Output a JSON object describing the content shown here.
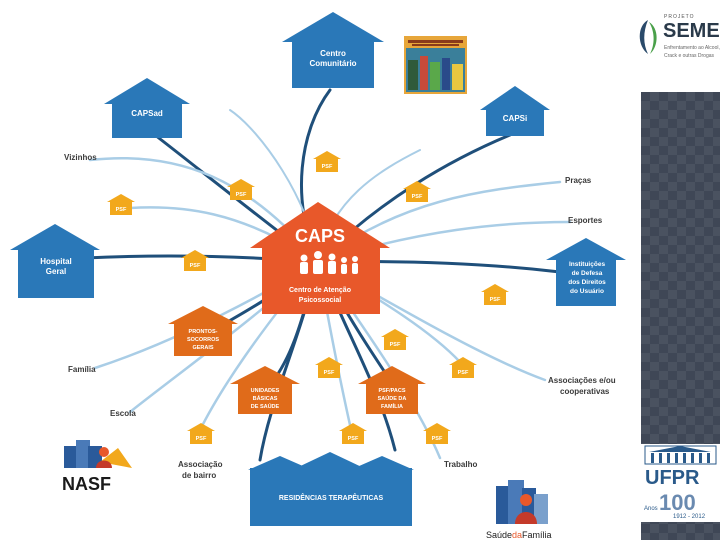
{
  "center": {
    "title": "CAPS",
    "subtitle_line1": "Centro de Atenção",
    "subtitle_line2": "Psicossocial"
  },
  "houses": {
    "centro_comunitario": [
      "Centro",
      "Comunitário"
    ],
    "capsad": [
      "CAPSad"
    ],
    "capsi": [
      "CAPSi"
    ],
    "hospital_geral": [
      "Hospital",
      "Geral"
    ],
    "instituicoes": [
      "Instituições",
      "de Defesa",
      "dos Direitos",
      "do Usuário"
    ],
    "prontos_socorros": [
      "PRONTOS-",
      "SOCORROS",
      "GERAIS"
    ],
    "unidades_basicas": [
      "UNIDADES",
      "BÁSICAS",
      "DE SAÚDE"
    ],
    "psf_pacs": [
      "PSF/PACS",
      "SAÚDE DA",
      "FAMÍLIA"
    ],
    "residencias": "RESIDÊNCIAS TERAPÊUTICAS"
  },
  "psf_label": "PSF",
  "labels": {
    "vizinhos": "Vizinhos",
    "pracas": "Praças",
    "esportes": "Esportes",
    "familia": "Família",
    "escola": "Escola",
    "associacoes_1": "Associações e/ou",
    "associacoes_2": "cooperativas",
    "associacao_bairro_1": "Associação",
    "associacao_bairro_2": "de bairro",
    "trabalho": "Trabalho"
  },
  "logos": {
    "semear_small": "PROJETO",
    "semear_big": "SEMEAR",
    "semear_sub": "Enfrentamento ao Alcool, Crack e outras Drogas",
    "nasf": "NASF",
    "saude_familia_1": "Saúde",
    "saude_familia_2": "da",
    "saude_familia_3": "Família",
    "ufpr": "UFPR",
    "ufpr_100": "100",
    "ufpr_anos": "Anos",
    "ufpr_years": "1912 - 2012"
  },
  "colors": {
    "center_orange": "#e8582a",
    "blue_house": "#2a78b8",
    "psf_yellow": "#f2a81c",
    "secondary_orange": "#e06b1a",
    "curve_dark": "#1f4f7a",
    "curve_light": "#a9cde6",
    "panel_dark": "#3f4756"
  }
}
